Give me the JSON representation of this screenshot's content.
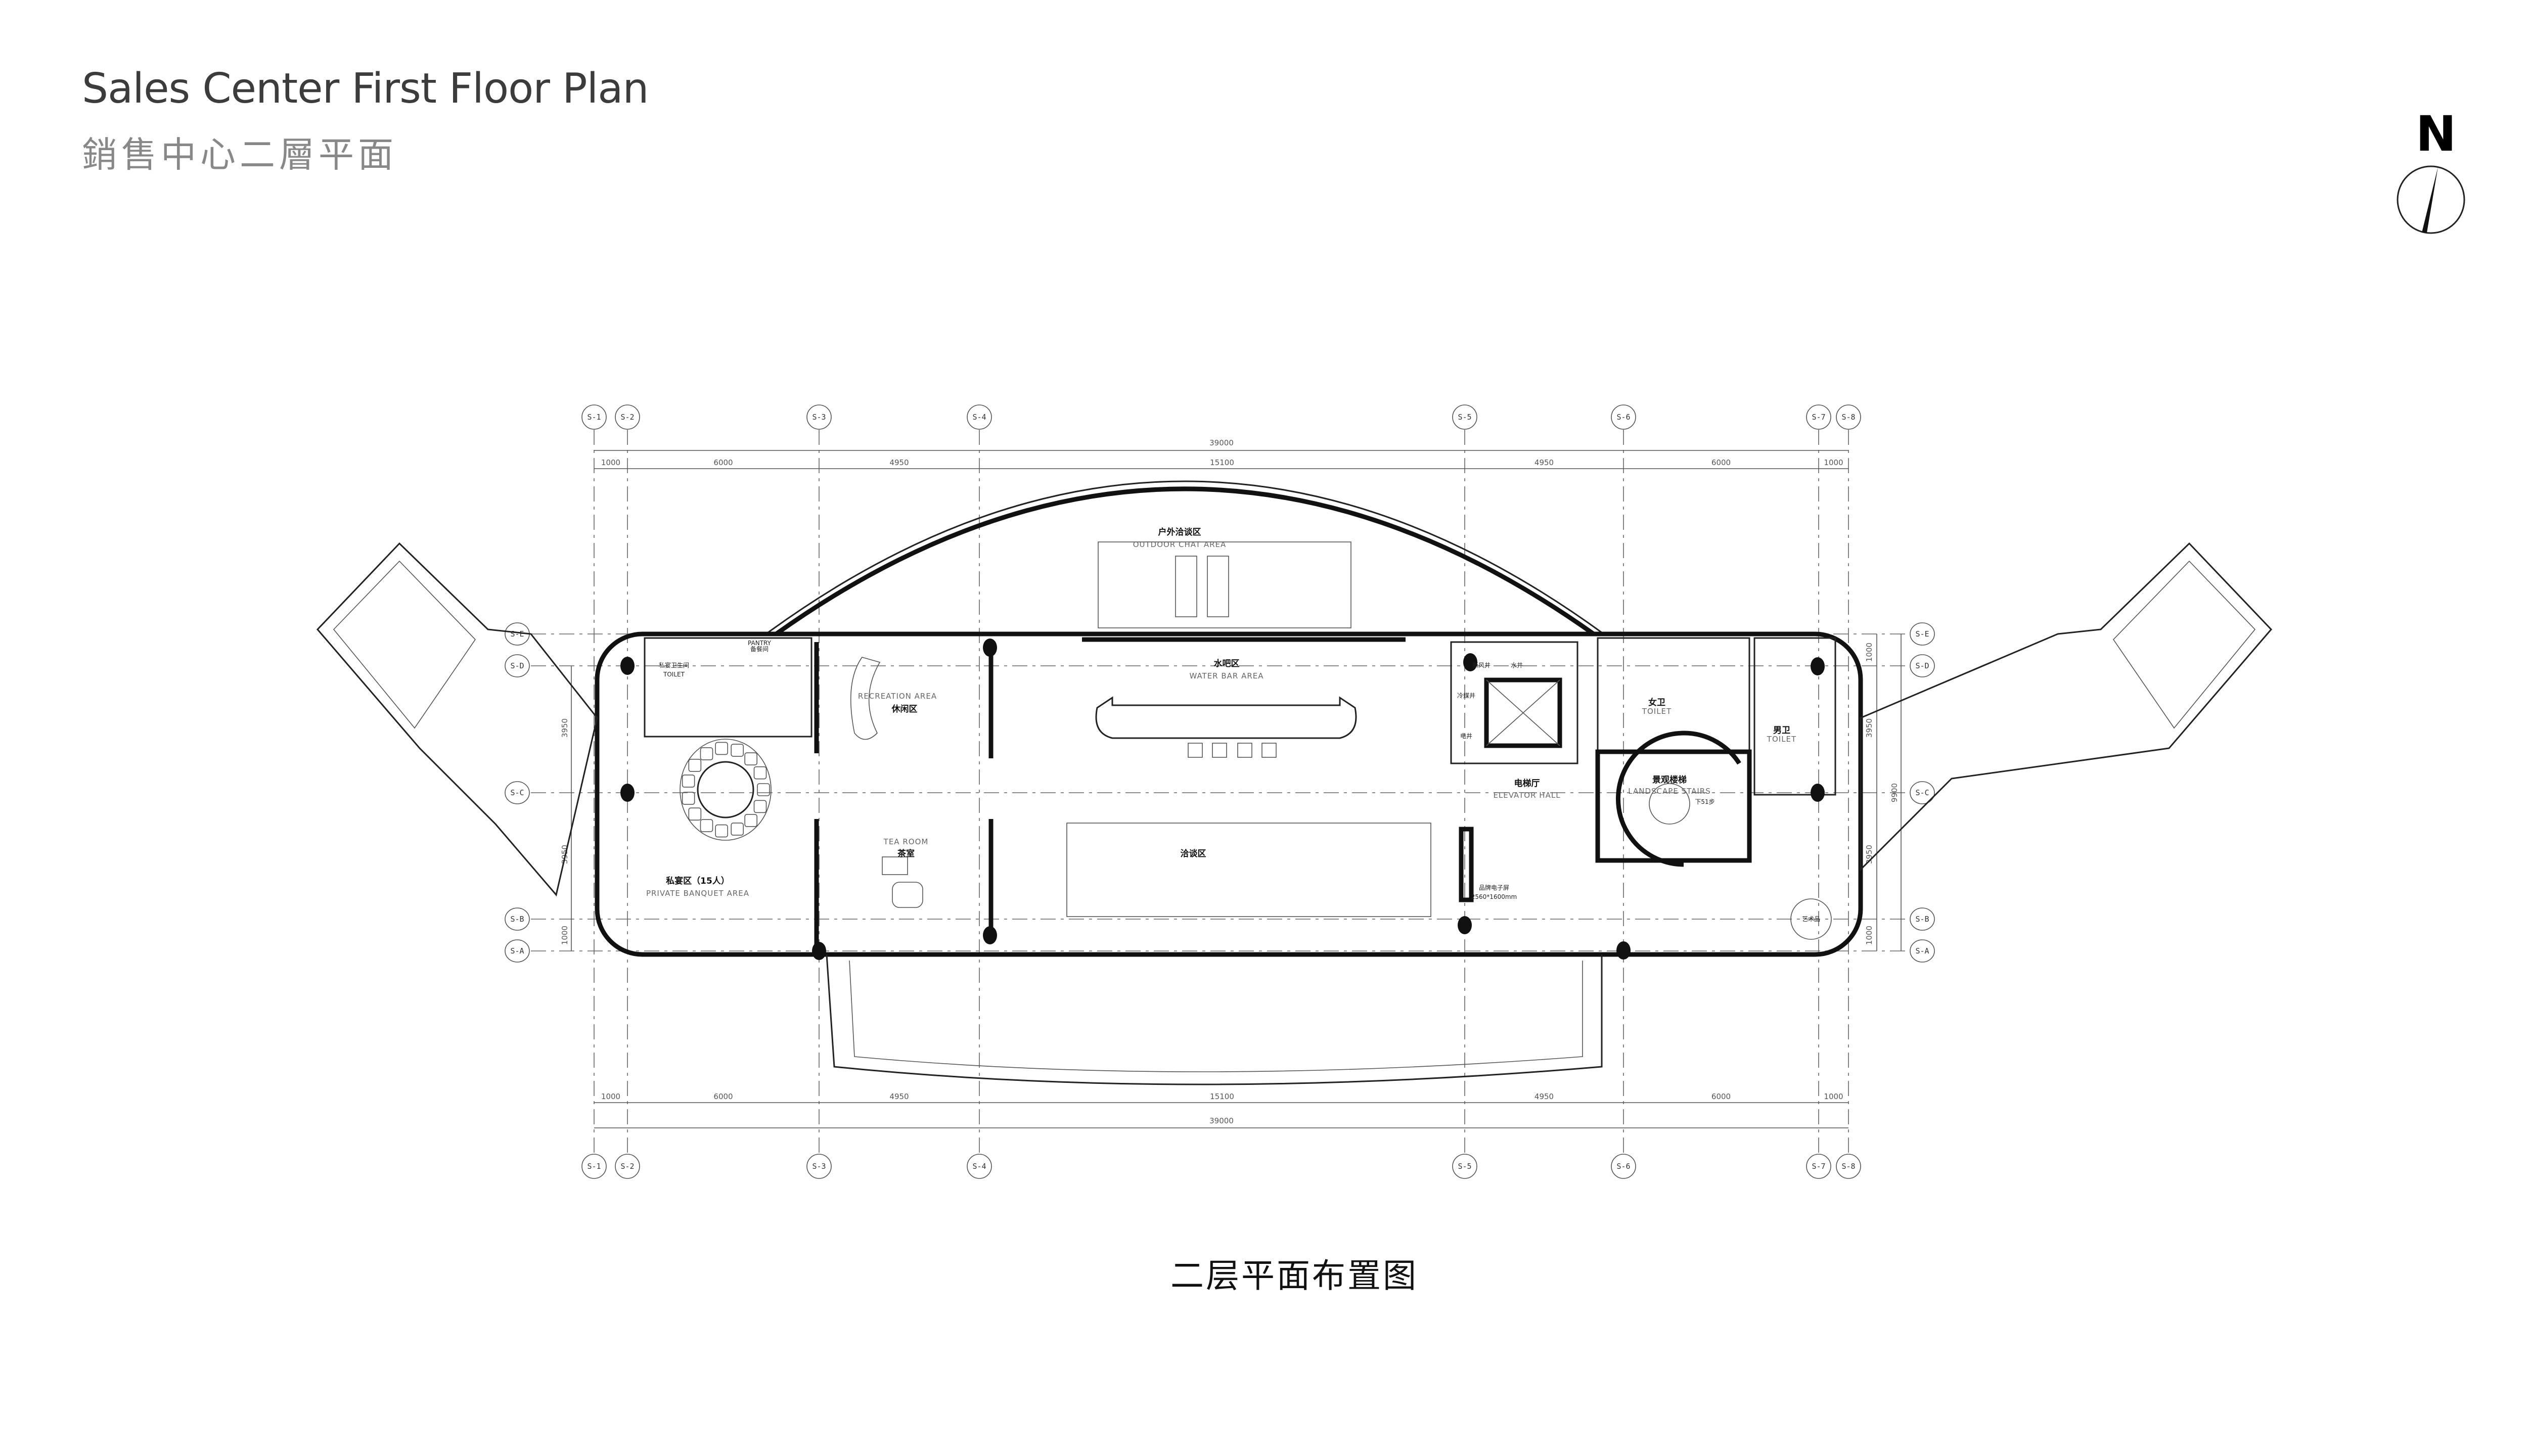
{
  "header": {
    "title": "Sales Center First Floor Plan",
    "subtitle": "銷售中心二層平面"
  },
  "north_arrow": {
    "label": "N",
    "icon": "north-arrow-icon"
  },
  "caption": "二层平面布置图",
  "grid_axes": {
    "columns": [
      "S-1",
      "S-2",
      "S-3",
      "S-4",
      "S-5",
      "S-6",
      "S-7",
      "S-8"
    ],
    "rows": [
      "S-E",
      "S-D",
      "S-C",
      "S-B",
      "S-A"
    ]
  },
  "dimensions": {
    "total": "39000",
    "segments": [
      "1000",
      "6000",
      "4950",
      "15100",
      "4950",
      "6000",
      "1000"
    ],
    "side_right": [
      "1000",
      "3950",
      "3950",
      "1000"
    ],
    "side_total": "9900",
    "side_left": [
      "3950",
      "3950",
      "1000"
    ]
  },
  "rooms": {
    "outdoor_chat": {
      "cn": "户外洽谈区",
      "en": "OUTDOOR CHAT AREA"
    },
    "water_bar": {
      "cn": "水吧区",
      "en": "WATER BAR AREA"
    },
    "recreation": {
      "cn": "休闲区",
      "en": "RECREATION AREA"
    },
    "private_toilet": {
      "cn": "私宴卫生间",
      "en": "TOILET"
    },
    "pantry": {
      "cn": "备餐间",
      "en": "PANTRY"
    },
    "banquet": {
      "cn": "私宴区（15人）",
      "en": "PRIVATE BANQUET AREA"
    },
    "tea_room": {
      "cn": "茶室",
      "en": "TEA ROOM"
    },
    "negotiation": {
      "cn": "洽谈区"
    },
    "elevator_hall": {
      "cn": "电梯厅",
      "en": "ELEVATOR HALL"
    },
    "stairs": {
      "cn": "景观楼梯",
      "en": "LANDSCAPE STAIRS",
      "note": "下51步"
    },
    "women_toilet": {
      "cn": "女卫",
      "en": "TOILET"
    },
    "men_toilet": {
      "cn": "男卫",
      "en": "TOILET"
    },
    "fresh_air_shaft": "新风井",
    "water_shaft": "水井",
    "refrigerant_shaft": "冷媒井",
    "electric_shaft": "电井",
    "screen": {
      "cn": "品牌电子屏",
      "size": "2560*1600mm"
    },
    "artwork": "艺术品"
  }
}
